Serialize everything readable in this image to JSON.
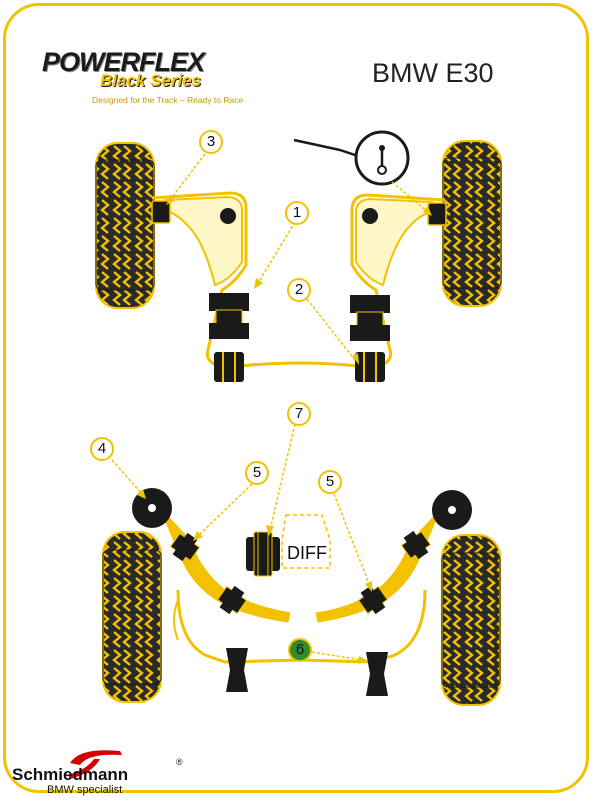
{
  "brand": {
    "name": "POWERFLEX",
    "series": "Black Series",
    "tagline": "Designed for the Track – Ready to Race"
  },
  "title": "BMW E30",
  "diff_label": "DIFF",
  "callouts": {
    "c1": "1",
    "c2": "2",
    "c3": "3",
    "c4": "4",
    "c5a": "5",
    "c5b": "5",
    "c6": "6",
    "c7": "7"
  },
  "footer": {
    "name": "Schmiedmann",
    "registered": "®",
    "subtitle": "BMW specialist"
  },
  "colors": {
    "frame": "#f2c200",
    "bush": "#1a1a1a",
    "arm": "#fff7c8",
    "arm_outline": "#f2c200",
    "tyre": "#2a2a2a",
    "diff_callout": "#2e8b2e"
  },
  "icons": {
    "steering": "steering-rack-icon",
    "brand_logo": "powerflex-logo",
    "footer_logo": "schmiedmann-s-logo"
  }
}
